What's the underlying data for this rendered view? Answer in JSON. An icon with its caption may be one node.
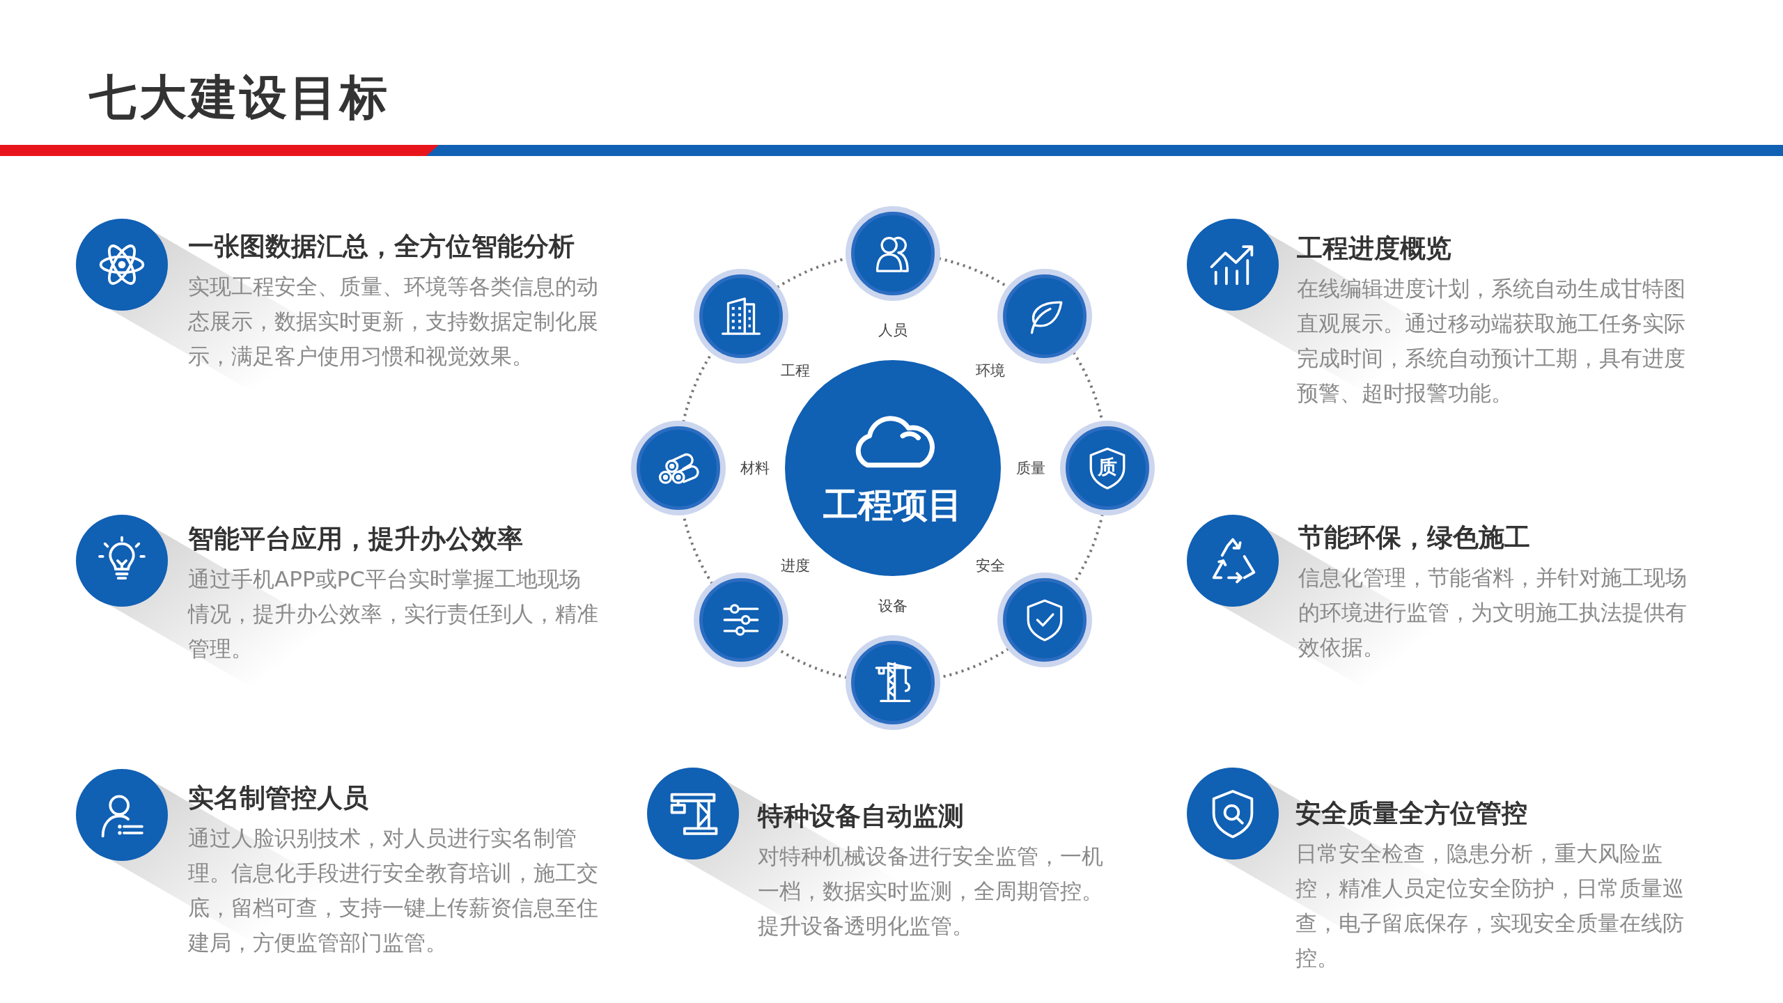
{
  "diagram": {
    "title": "七大建设目标",
    "nodes": [
      {
        "text": [
          "一张图数据汇总，全方位智能分析",
          "实现工程安全、质量、环境等各类信息的动态展示，数据实时更新，支持数据定制化展示，满足客户使用习惯和视觉效果。"
        ]
      },
      {
        "text": [
          "智能平台应用，提升办公效率",
          "通过手机APP或PC平台实时掌握工地现场情况，提升办公效率，实行责任到人，精准管理。"
        ]
      },
      {
        "text": [
          "实名制管控人员",
          "通过人脸识别技术，对人员进行实名制管理。信息化手段进行安全教育培训，施工交底，留档可查，支持一键上传薪资信息至住建局，方便监管部门监管。"
        ]
      },
      {
        "text": [
          "工程项目"
        ]
      },
      {
        "text": [],
        "shape": "circle",
        "beside": [
          "人员"
        ]
      },
      {
        "text": [],
        "shape": "circle",
        "beside": [
          "环境"
        ]
      },
      {
        "text": [],
        "shape": "circle",
        "beside": [
          "质量"
        ]
      },
      {
        "text": [],
        "shape": "circle",
        "beside": [
          "安全"
        ]
      },
      {
        "text": [],
        "shape": "circle",
        "beside": [
          "设备"
        ]
      },
      {
        "text": [],
        "shape": "circle",
        "beside": [
          "进度"
        ]
      },
      {
        "text": [],
        "shape": "circle",
        "beside": [
          "材料"
        ]
      },
      {
        "text": [],
        "shape": "circle",
        "beside": [
          "工程"
        ]
      },
      {
        "text": [
          "特种设备自动监测",
          "对特种机械设备进行安全监管，一机一档，数据实时监测，全周期管控。提升设备透明化监管。"
        ]
      },
      {
        "text": [
          "工程进度概览",
          "在线编辑进度计划，系统自动生成甘特图直观展示。通过移动端获取施工任务实际完成时间，系统自动预计工期，具有进度预警、超时报警功能。"
        ]
      },
      {
        "text": [
          "节能环保，绿色施工",
          "信息化管理，节能省料，并针对施工现场的环境进行监管，为文明施工执法提供有效依据。"
        ]
      },
      {
        "text": [
          "安全质量全方位管控",
          "日常安全检查，隐患分析，重大风险监控，精准人员定位安全防护，日常质量巡查，电子留底保存，实现安全质量在线防控。"
        ]
      }
    ],
    "edges": [
      {
        "from": 4,
        "to": 5,
        "arrow": "none",
        "style": "dashed"
      },
      {
        "from": 5,
        "to": 6,
        "arrow": "none",
        "style": "dashed"
      },
      {
        "from": 6,
        "to": 7,
        "arrow": "none",
        "style": "dashed"
      },
      {
        "from": 7,
        "to": 8,
        "arrow": "none",
        "style": "dashed"
      },
      {
        "from": 8,
        "to": 9,
        "arrow": "none",
        "style": "dashed"
      },
      {
        "from": 9,
        "to": 10,
        "arrow": "none",
        "style": "dashed"
      },
      {
        "from": 10,
        "to": 11,
        "arrow": "none",
        "style": "dashed"
      },
      {
        "from": 11,
        "to": 4,
        "arrow": "none",
        "style": "dashed"
      }
    ],
    "labels": [
      "质"
    ]
  }
}
